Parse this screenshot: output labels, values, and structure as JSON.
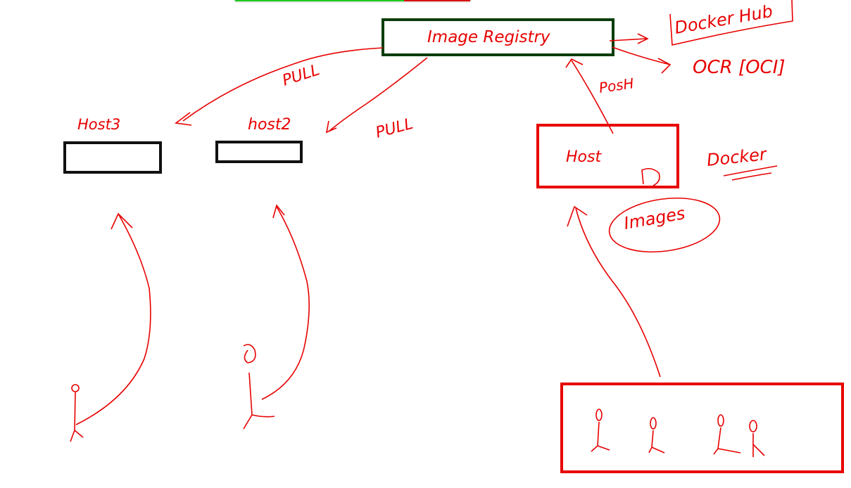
{
  "colors": {
    "ink": "#e80000",
    "registry_border": "#0b3d0b",
    "host_border": "#111111",
    "toolbar_green": "#1ec81e",
    "toolbar_red": "#d81010"
  },
  "labels": {
    "registry": "Image Registry",
    "docker_hub": "Docker Hub",
    "ocr": "OCR [OCI]",
    "pull_left": "PULL",
    "pull_mid": "PULL",
    "push": "PosH",
    "host3": "Host3",
    "host2": "host2",
    "host": "Host",
    "docker": "Docker",
    "images": "Images"
  }
}
